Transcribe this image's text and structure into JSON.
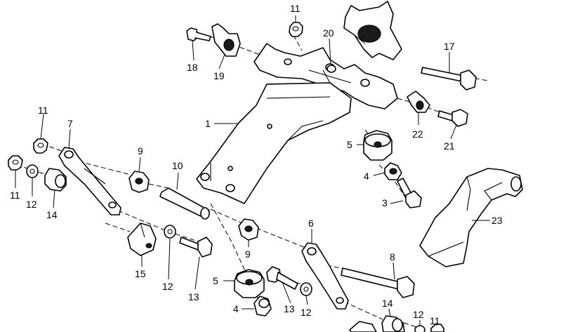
{
  "callouts": [
    {
      "id": "c11a",
      "text": "11"
    },
    {
      "id": "c20",
      "text": "20"
    },
    {
      "id": "c17",
      "text": "17"
    },
    {
      "id": "c18",
      "text": "18"
    },
    {
      "id": "c19",
      "text": "19"
    },
    {
      "id": "c1",
      "text": "1"
    },
    {
      "id": "c11b",
      "text": "11"
    },
    {
      "id": "c7",
      "text": "7"
    },
    {
      "id": "c9a",
      "text": "9"
    },
    {
      "id": "c10",
      "text": "10"
    },
    {
      "id": "c22",
      "text": "22"
    },
    {
      "id": "c21",
      "text": "21"
    },
    {
      "id": "c5a",
      "text": "5"
    },
    {
      "id": "c4a",
      "text": "4"
    },
    {
      "id": "c3",
      "text": "3"
    },
    {
      "id": "c11c",
      "text": "11"
    },
    {
      "id": "c12a",
      "text": "12"
    },
    {
      "id": "c14a",
      "text": "14"
    },
    {
      "id": "c23",
      "text": "23"
    },
    {
      "id": "c6",
      "text": "6"
    },
    {
      "id": "c9b",
      "text": "9"
    },
    {
      "id": "c8",
      "text": "8"
    },
    {
      "id": "c15",
      "text": "15"
    },
    {
      "id": "c12b",
      "text": "12"
    },
    {
      "id": "c13a",
      "text": "13"
    },
    {
      "id": "c5b",
      "text": "5"
    },
    {
      "id": "c4b",
      "text": "4"
    },
    {
      "id": "c13b",
      "text": "13"
    },
    {
      "id": "c12c",
      "text": "12"
    },
    {
      "id": "c14b",
      "text": "14"
    },
    {
      "id": "c12d",
      "text": "12"
    },
    {
      "id": "c11d",
      "text": "11"
    }
  ]
}
